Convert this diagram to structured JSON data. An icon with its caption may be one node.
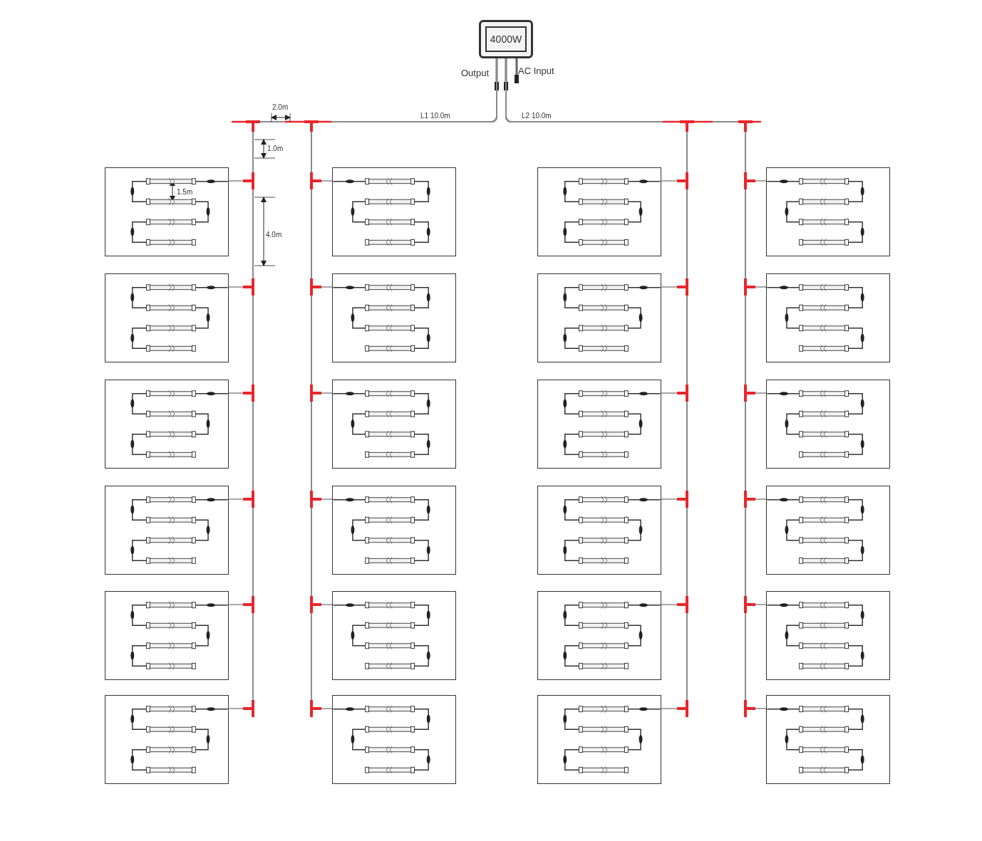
{
  "diagram": {
    "nodes": [
      {
        "text": [
          "4000W"
        ]
      },
      {
        "text": [],
        "shape": "box"
      },
      {
        "text": [],
        "shape": "box"
      },
      {
        "text": [],
        "shape": "box"
      },
      {
        "text": [],
        "shape": "box"
      },
      {
        "text": [],
        "shape": "box"
      },
      {
        "text": [],
        "shape": "box"
      },
      {
        "text": [],
        "shape": "box"
      },
      {
        "text": [],
        "shape": "box"
      },
      {
        "text": [],
        "shape": "box"
      },
      {
        "text": [],
        "shape": "box"
      },
      {
        "text": [],
        "shape": "box"
      },
      {
        "text": [],
        "shape": "box"
      },
      {
        "text": [],
        "shape": "box"
      },
      {
        "text": [],
        "shape": "box"
      },
      {
        "text": [],
        "shape": "box"
      },
      {
        "text": [],
        "shape": "box"
      },
      {
        "text": [],
        "shape": "box"
      },
      {
        "text": [],
        "shape": "box"
      },
      {
        "text": [],
        "shape": "box"
      },
      {
        "text": [],
        "shape": "box"
      },
      {
        "text": [],
        "shape": "box"
      },
      {
        "text": [],
        "shape": "box"
      },
      {
        "text": [],
        "shape": "box"
      },
      {
        "text": [],
        "shape": "box"
      }
    ],
    "edges": [
      {
        "from": 0,
        "to": 1,
        "arrow": "none"
      },
      {
        "from": 0,
        "to": 2,
        "arrow": "none"
      },
      {
        "from": 0,
        "to": 3,
        "arrow": "none"
      },
      {
        "from": 0,
        "to": 4,
        "arrow": "none"
      },
      {
        "from": 0,
        "to": 5,
        "arrow": "none"
      },
      {
        "from": 0,
        "to": 6,
        "arrow": "none"
      },
      {
        "from": 0,
        "to": 7,
        "arrow": "none"
      },
      {
        "from": 0,
        "to": 8,
        "arrow": "none"
      },
      {
        "from": 0,
        "to": 9,
        "arrow": "none"
      },
      {
        "from": 0,
        "to": 10,
        "arrow": "none"
      },
      {
        "from": 0,
        "to": 11,
        "arrow": "none"
      },
      {
        "from": 0,
        "to": 12,
        "arrow": "none"
      },
      {
        "from": 0,
        "to": 13,
        "arrow": "none"
      },
      {
        "from": 0,
        "to": 14,
        "arrow": "none"
      },
      {
        "from": 0,
        "to": 15,
        "arrow": "none"
      },
      {
        "from": 0,
        "to": 16,
        "arrow": "none"
      },
      {
        "from": 0,
        "to": 17,
        "arrow": "none"
      },
      {
        "from": 0,
        "to": 18,
        "arrow": "none"
      },
      {
        "from": 0,
        "to": 19,
        "arrow": "none"
      },
      {
        "from": 0,
        "to": 20,
        "arrow": "none"
      },
      {
        "from": 0,
        "to": 21,
        "arrow": "none"
      },
      {
        "from": 0,
        "to": 22,
        "arrow": "none"
      },
      {
        "from": 0,
        "to": 23,
        "arrow": "none"
      },
      {
        "from": 0,
        "to": 24,
        "arrow": "none"
      }
    ],
    "labels": [
      "Output",
      "AC Input",
      "2.0m",
      "L1 10.0m",
      "L2 10.0m",
      "1.0m",
      "1.5m",
      "4.0m"
    ]
  }
}
